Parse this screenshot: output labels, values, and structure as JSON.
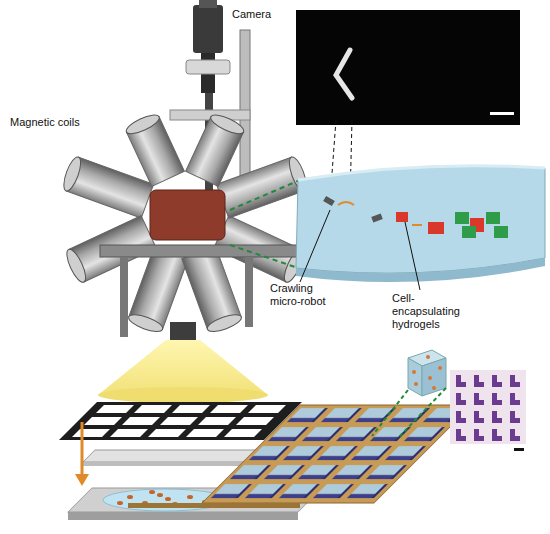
{
  "diagram": {
    "labels": [
      "Camera",
      "Magnetic coils",
      "Crawling micro-robot",
      "Cell-encapsulating hydrogels"
    ]
  }
}
